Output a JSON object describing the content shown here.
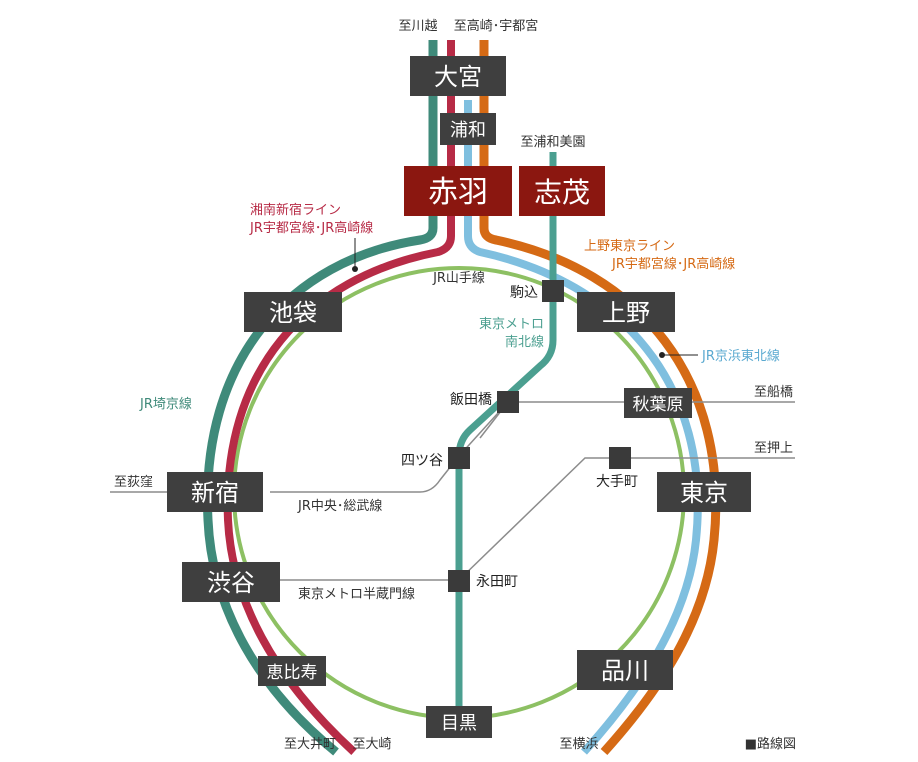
{
  "colors": {
    "jr_saikyo": "#3f8a7a",
    "shonan_shinjuku": "#b72b46",
    "keihin_tohoku": "#7fbfdf",
    "ueno_tokyo": "#d56a15",
    "yamanote": "#8dc063",
    "namboku": "#4b9f90",
    "station_box": "#3f3f3f",
    "station_box_highlight": "#8b1710",
    "thin_line": "#8c8c8c"
  },
  "stations": {
    "omiya": "大宮",
    "urawa": "浦和",
    "akabane": "赤羽",
    "shimo": "志茂",
    "ikebukuro": "池袋",
    "ueno": "上野",
    "akihabara": "秋葉原",
    "tokyo": "東京",
    "shinjuku": "新宿",
    "shibuya": "渋谷",
    "ebisu": "恵比寿",
    "meguro": "目黒",
    "shinagawa": "品川",
    "komagome": "駒込",
    "iidabashi": "飯田橋",
    "yotsuya": "四ツ谷",
    "otemachi": "大手町",
    "nagatacho": "永田町"
  },
  "destinations": {
    "kawagoe": "至川越",
    "takasaki_utsunomiya": "至高崎･宇都宮",
    "urawa_misono": "至浦和美園",
    "funabashi": "至船橋",
    "oshiage": "至押上",
    "ogikubo": "至荻窪",
    "oimachi": "至大井町",
    "osaki": "至大崎",
    "yokohama": "至横浜"
  },
  "lines": {
    "shonan_shinjuku": "湘南新宿ライン",
    "jr_utsunomiya_takasaki_left": "JR宇都宮線･JR高崎線",
    "ueno_tokyo_line": "上野東京ライン",
    "jr_utsunomiya_takasaki_right": "JR宇都宮線･JR高崎線",
    "yamanote": "JR山手線",
    "metro_namboku_1": "東京メトロ",
    "metro_namboku_2": "南北線",
    "keihin_tohoku": "JR京浜東北線",
    "saikyo": "JR埼京線",
    "chuo_sobu": "JR中央･総武線",
    "hanzomon": "東京メトロ半蔵門線"
  },
  "legend": "■路線図"
}
